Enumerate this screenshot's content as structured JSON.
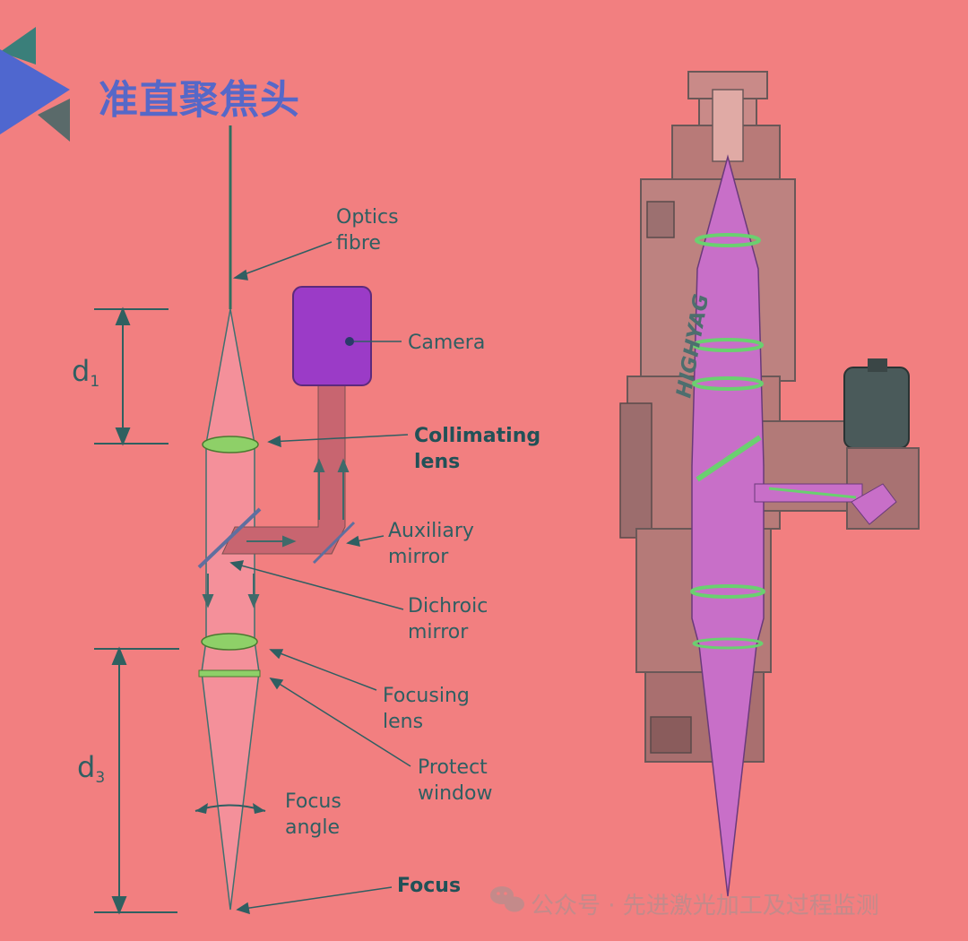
{
  "title": "准直聚焦头",
  "labels": {
    "optics_fibre_line1": "Optics",
    "optics_fibre_line2": "fibre",
    "camera": "Camera",
    "collimating_line1": "Collimating",
    "collimating_line2": "lens",
    "auxiliary_line1": "Auxiliary",
    "auxiliary_line2": "mirror",
    "dichroic_line1": "Dichroic",
    "dichroic_line2": "mirror",
    "focusing_line1": "Focusing",
    "focusing_line2": "lens",
    "protect_line1": "Protect",
    "protect_line2": "window",
    "focus_angle_line1": "Focus",
    "focus_angle_line2": "angle",
    "focus": "Focus"
  },
  "dimensions": {
    "d1_letter": "d",
    "d1_sub": "1",
    "d3_letter": "d",
    "d3_sub": "3"
  },
  "brand_text": "HIGHYAG",
  "watermark": "公众号 · 先进激光加工及过程监测",
  "colors": {
    "background": "#f27f80",
    "beam": "#f48a90",
    "lens": "#8ed068",
    "camera": "#9b3cc8",
    "camera_path": "#c86870",
    "annotation": "#2f5f62",
    "title": "#5668c8",
    "head_beam": "#c86fc8"
  },
  "icons": [
    "logo-triangle-icon",
    "wechat-icon"
  ]
}
